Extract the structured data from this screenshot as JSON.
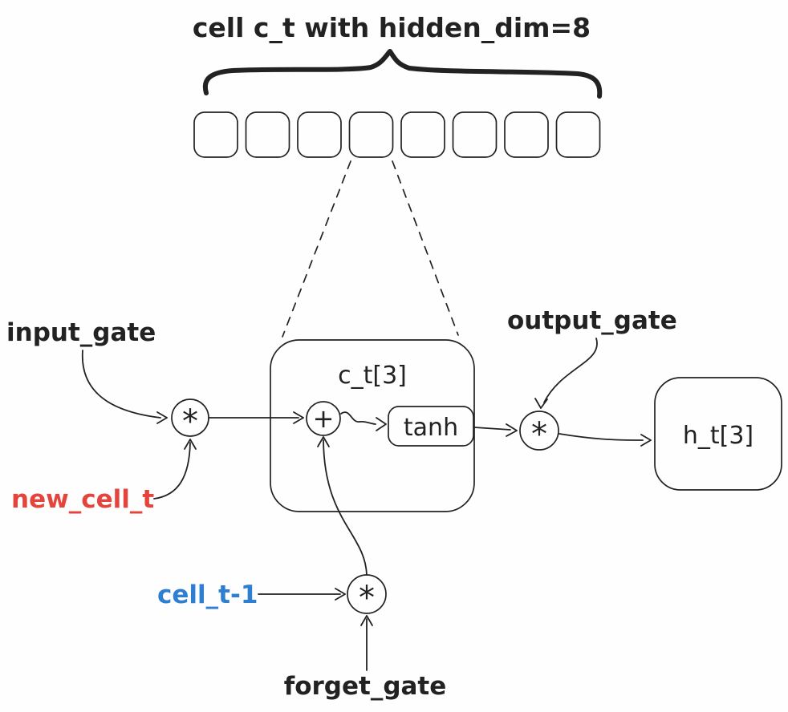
{
  "diagram": {
    "title": "cell c_t with hidden_dim=8",
    "num_cells": 8,
    "cell_box_label": "c_t[3]",
    "tanh_label": "tanh",
    "hidden_box_label": "h_t[3]",
    "op_add": "+",
    "op_mul": "*",
    "labels": {
      "input_gate": "input_gate",
      "new_cell_t": "new_cell_t",
      "cell_t_prev": "cell_t-1",
      "forget_gate": "forget_gate",
      "output_gate": "output_gate"
    },
    "colors": {
      "ink": "#222222",
      "red": "#e5443d",
      "blue": "#2e7fd1"
    }
  }
}
